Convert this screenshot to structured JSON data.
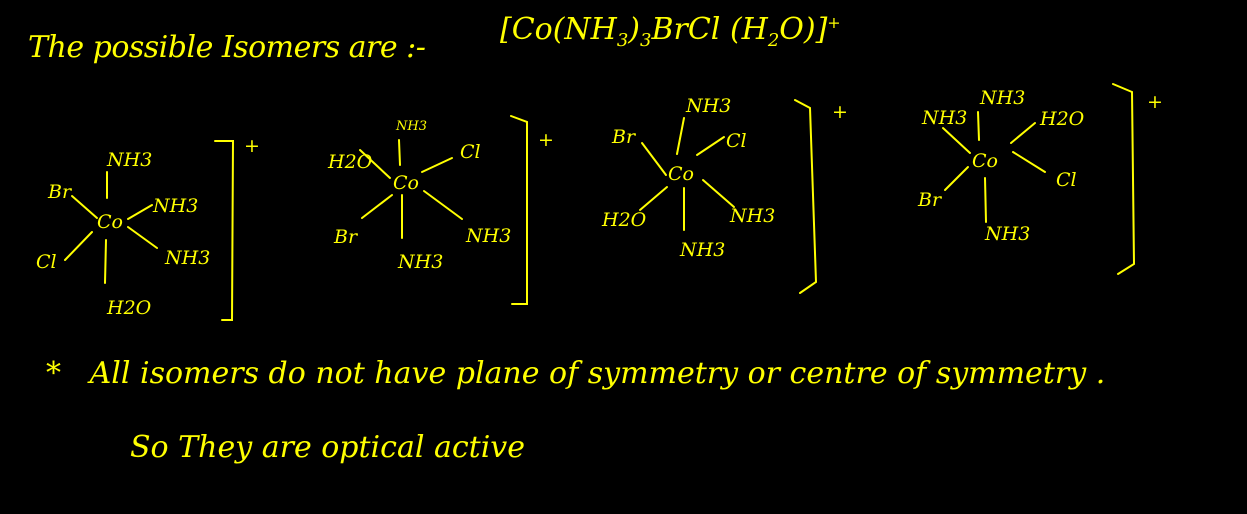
{
  "heading": {
    "intro": "The possible Isomers are :-",
    "formula_prefix": "[Co(NH",
    "formula_sub1": "3",
    "formula_mid": ")",
    "formula_sub2": "3",
    "formula_rest": "BrCl (H",
    "formula_sub3": "2",
    "formula_end": "O)]",
    "formula_charge": "+"
  },
  "isomers": [
    {
      "center": "Co",
      "charge": "+",
      "ligands": {
        "top": "NH3",
        "upper_left": "Br",
        "upper_right": "NH3",
        "lower_left": "Cl",
        "lower_right": "NH3",
        "bottom": "H2O"
      }
    },
    {
      "center": "Co",
      "charge": "+",
      "ligands": {
        "top": "NH3",
        "upper_left": "H2O",
        "upper_right": "Cl",
        "lower_left": "Br",
        "lower_right": "NH3",
        "bottom": "NH3"
      }
    },
    {
      "center": "Co",
      "charge": "+",
      "ligands": {
        "top": "NH3",
        "upper_left": "Br",
        "upper_right": "Cl",
        "lower_left": "H2O",
        "lower_right": "NH3",
        "bottom": "NH3"
      }
    },
    {
      "center": "Co",
      "charge": "+",
      "ligands": {
        "top": "NH3",
        "upper_left": "NH3",
        "upper_right": "H2O",
        "lower_left": "Br",
        "lower_right": "Cl",
        "bottom": "NH3"
      }
    }
  ],
  "notes": {
    "bullet": "*",
    "line1": "All isomers do not have  plane of symmetry  or centre of symmetry .",
    "line2": "So They are optical active"
  },
  "colors": {
    "ink": "#ffff00",
    "background": "#000000"
  }
}
